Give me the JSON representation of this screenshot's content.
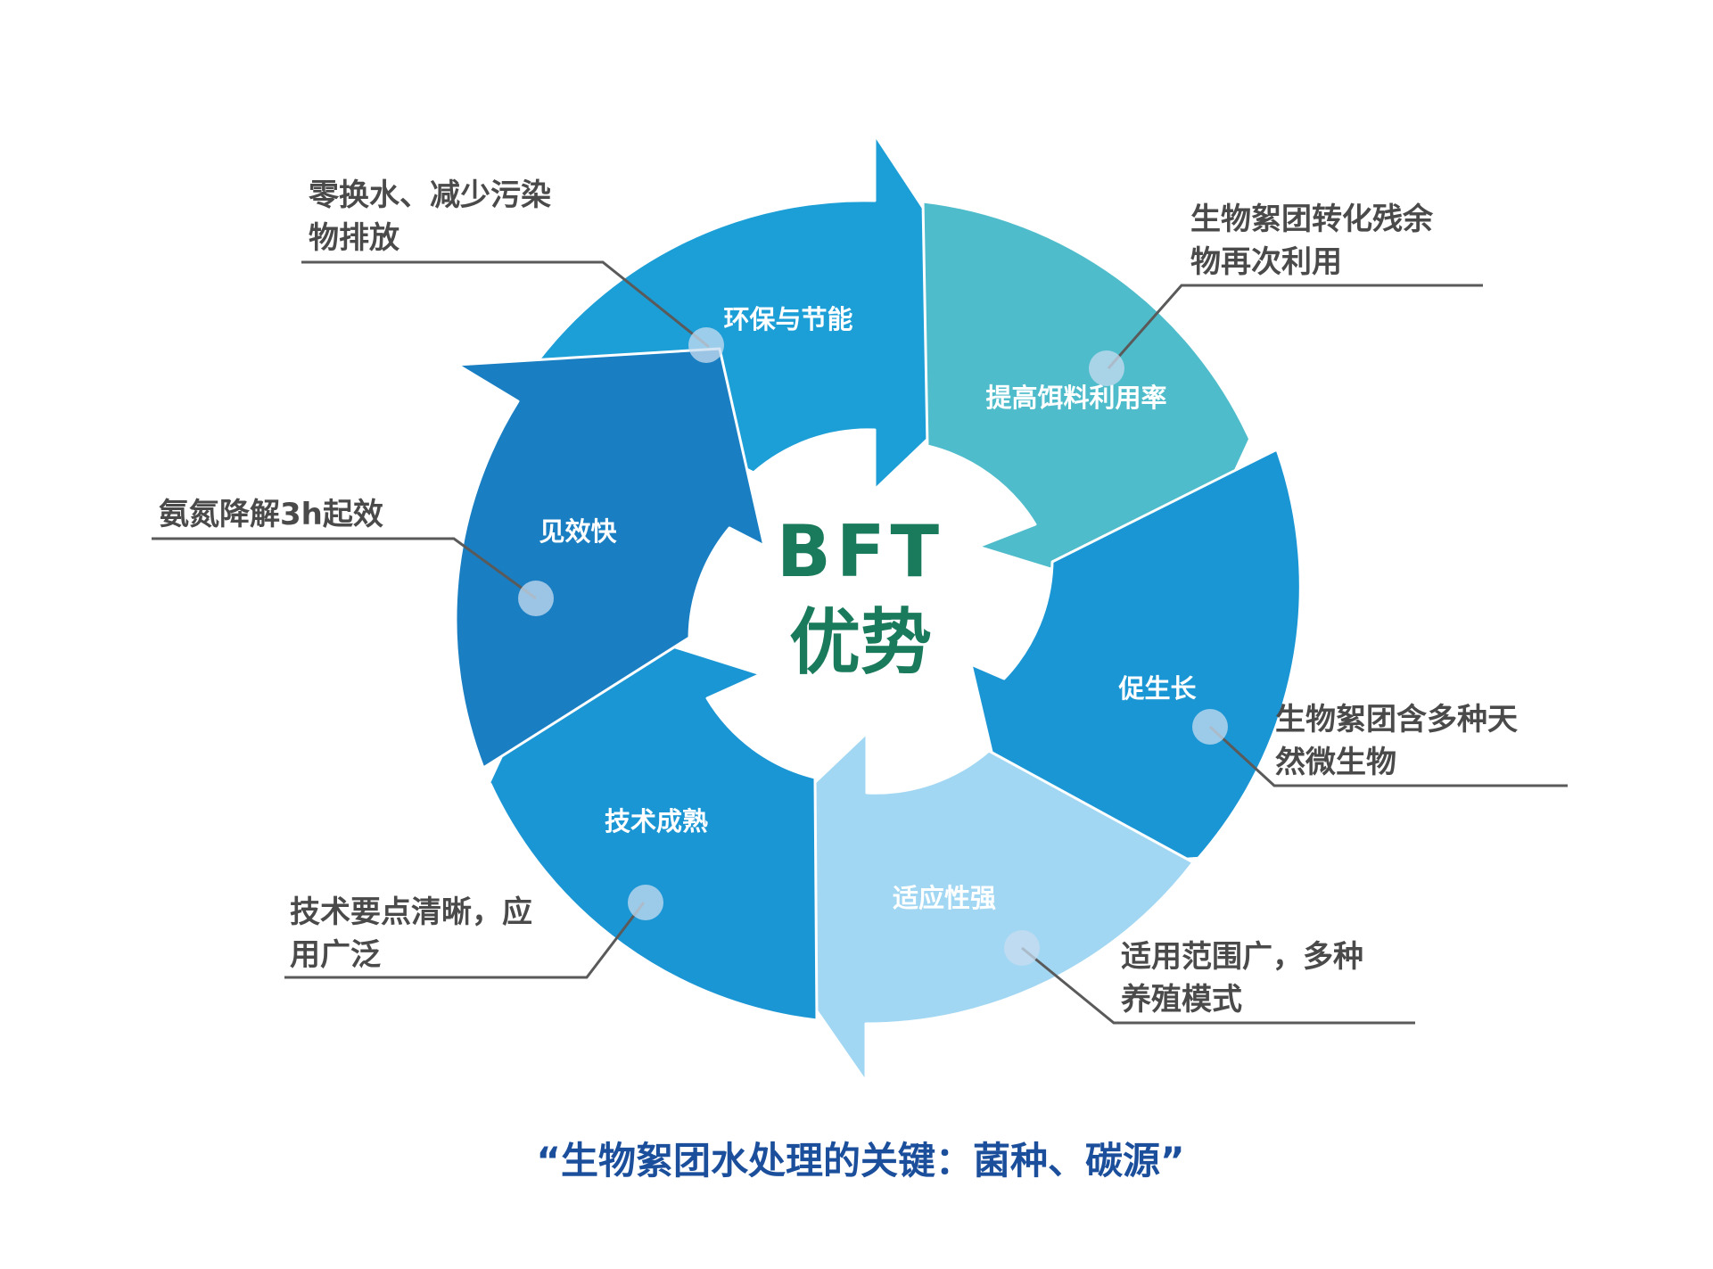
{
  "center": {
    "line1": "BFT",
    "line2": "优势"
  },
  "segments": [
    {
      "label": "环保与节能",
      "color": "#1c9ed6",
      "callout": [
        "零换水、减少污染",
        "物排放"
      ]
    },
    {
      "label": "提高饵料利用率",
      "color": "#4fbccb",
      "callout": [
        "生物絮团转化残余",
        "物再次利用"
      ]
    },
    {
      "label": "促生长",
      "color": "#1b96d4",
      "callout": [
        "生物絮团含多种天",
        "然微生物"
      ]
    },
    {
      "label": "适应性强",
      "color": "#a2d7f3",
      "callout": [
        "适用范围广，多种",
        "养殖模式"
      ]
    },
    {
      "label": "技术成熟",
      "color": "#1b96d4",
      "callout": [
        "技术要点清晰，应",
        "用广泛"
      ]
    },
    {
      "label": "见效快",
      "color": "#197ec2",
      "callout": [
        "氨氮降解3h起效"
      ]
    }
  ],
  "caption": "“生物絮团水处理的关键：菌种、碳源”",
  "colors": {
    "center_text": "#1a7a5c",
    "caption": "#1b4f9c",
    "callout_text": "#4a4a4a",
    "leader_line": "#5a5a5a"
  }
}
